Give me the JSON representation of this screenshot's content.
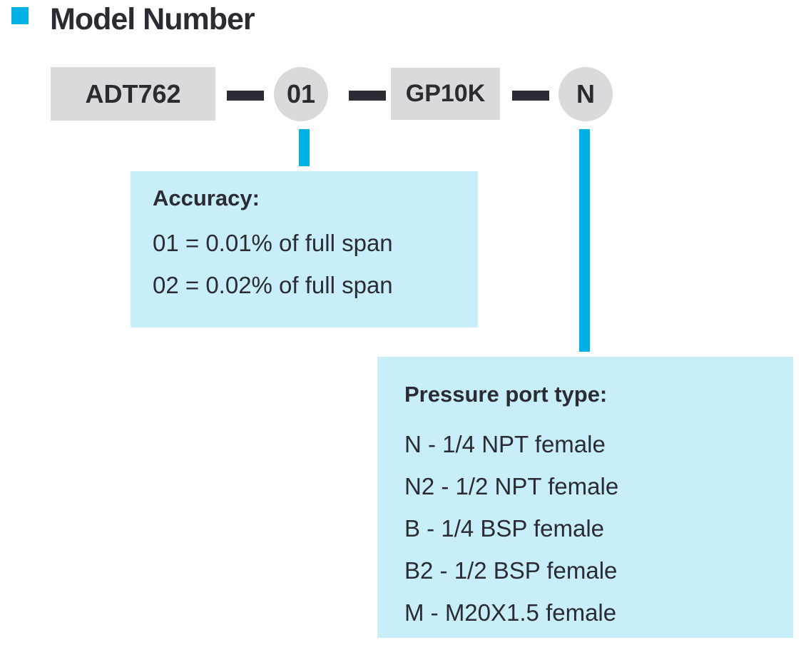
{
  "heading": "Model Number",
  "segments": {
    "model": "ADT762",
    "accuracy_code": "01",
    "range_code": "GP10K",
    "port_code": "N"
  },
  "accuracy_panel": {
    "title": "Accuracy:",
    "options": [
      "01 = 0.01% of full span",
      "02 = 0.02% of full span"
    ]
  },
  "port_panel": {
    "title": "Pressure port type:",
    "options": [
      "N - 1/4 NPT female",
      "N2 - 1/2 NPT female",
      "B - 1/4 BSP female",
      "B2 - 1/2 BSP female",
      "M - M20X1.5 female"
    ]
  },
  "colors": {
    "accent": "#00b1e6",
    "panel": "#c8eef9",
    "segment": "#d9dadb",
    "text": "#2b2b33"
  }
}
